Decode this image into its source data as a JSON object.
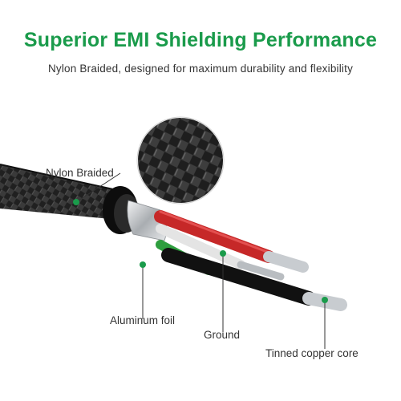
{
  "headline": "Superior EMI Shielding Performance",
  "subheadline": "Nylon Braided, designed for maximum durability and flexibility",
  "callouts": {
    "nylon_braided": "Nylon Braided",
    "aluminum_foil": "Aluminum foil",
    "ground": "Ground",
    "tinned_copper_core": "Tinned copper core"
  },
  "colors": {
    "accent_green": "#1a9b4b",
    "heading_color": "#1a9b4b",
    "body_text": "#333333",
    "cable_black": "#1a1a1a",
    "wire_red": "#c62828",
    "wire_green": "#2e9e3e",
    "wire_white": "#e8e8e8",
    "wire_black": "#111111",
    "foil_silver": "#bfc3c6"
  }
}
